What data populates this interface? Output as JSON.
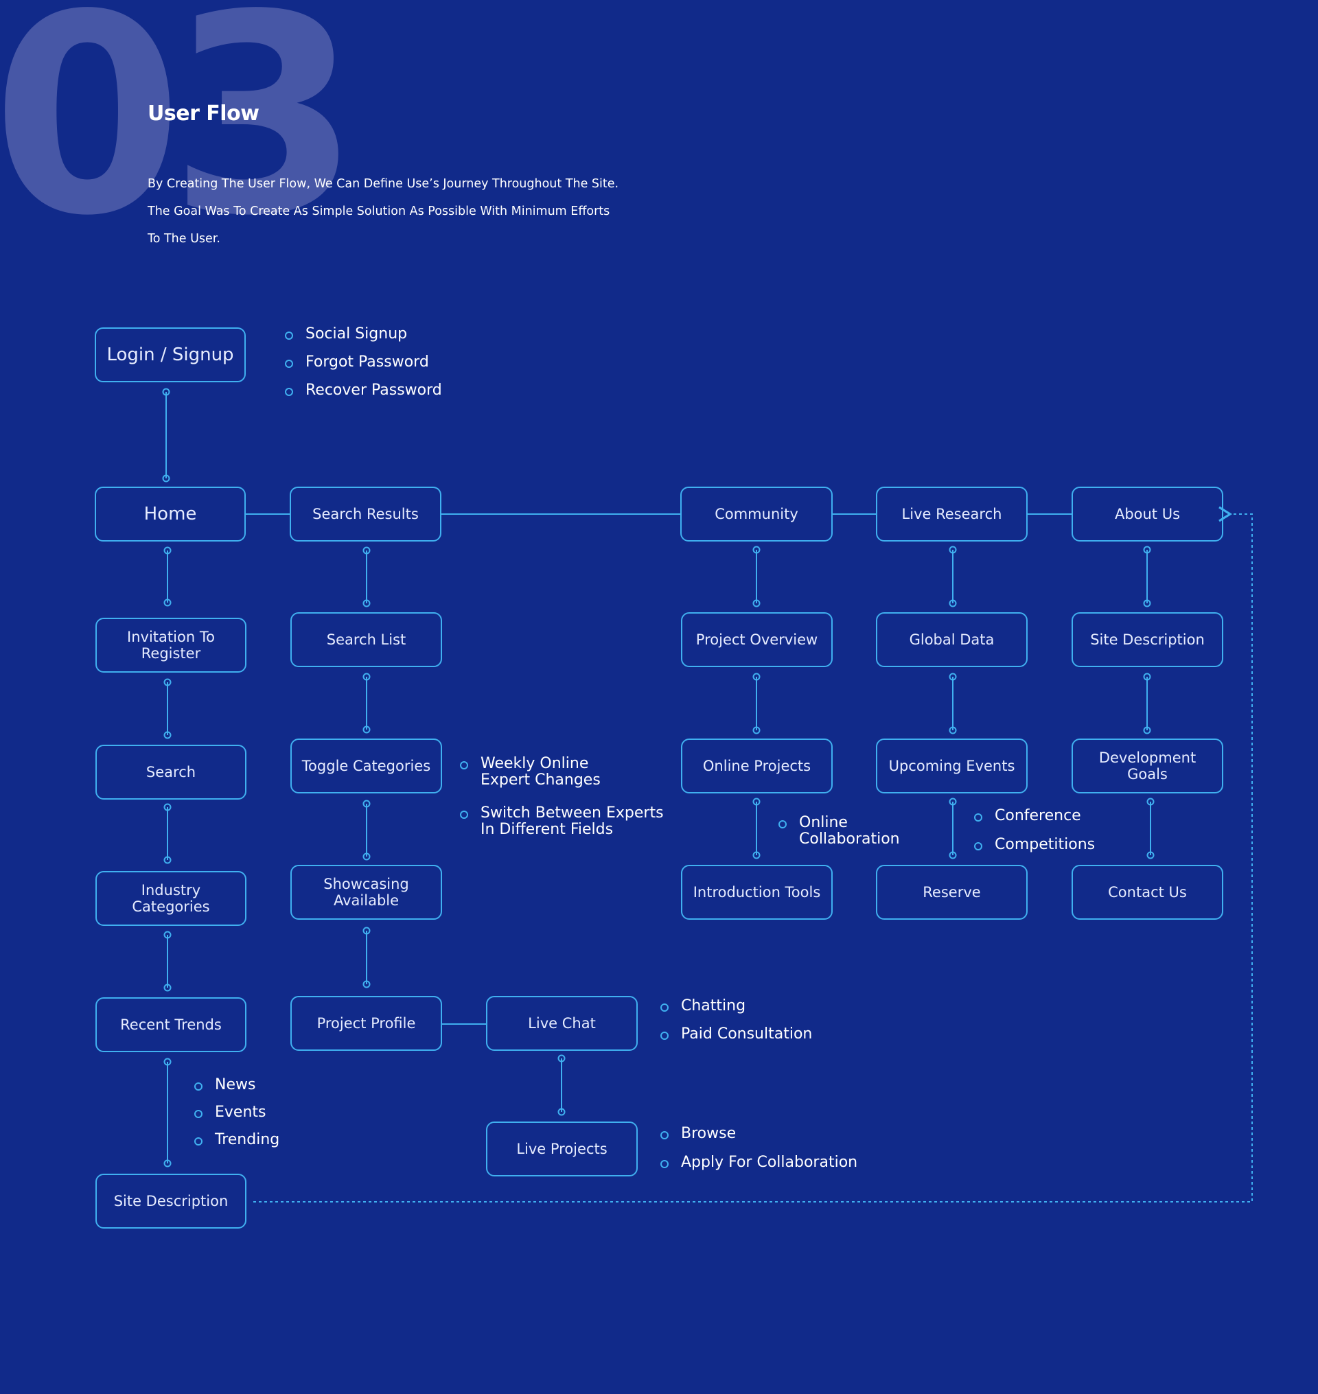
{
  "header": {
    "number": "03",
    "title": "User Flow",
    "description": [
      "By Creating The User Flow, We Can Define Use’s Journey Throughout The Site.",
      "The Goal Was To Create As Simple Solution As Possible With Minimum Efforts",
      "To The User."
    ]
  },
  "nodes": {
    "login": "Login / Signup",
    "home": "Home",
    "search_results": "Search Results",
    "community": "Community",
    "live_research": "Live Research",
    "about_us": "About Us",
    "invitation": "Invitation To\nRegister",
    "search_list": "Search List",
    "project_overview": "Project Overview",
    "global_data": "Global Data",
    "site_description_top": "Site Description",
    "search": "Search",
    "toggle_categories": "Toggle Categories",
    "online_projects": "Online Projects",
    "upcoming_events": "Upcoming Events",
    "development_goals": "Development Goals",
    "industry_categories": "Industry Categories",
    "showcasing": "Showcasing\nAvailable",
    "introduction_tools": "Introduction Tools",
    "reserve": "Reserve",
    "contact_us": "Contact Us",
    "recent_trends": "Recent Trends",
    "project_profile": "Project Profile",
    "live_chat": "Live Chat",
    "live_projects": "Live Projects",
    "site_description_bottom": "Site Description"
  },
  "notes": {
    "login": [
      "Social Signup",
      "Forgot Password",
      "Recover Password"
    ],
    "toggle": [
      "Weekly Online\nExpert Changes",
      "Switch Between Experts\nIn Different Fields"
    ],
    "online_projects": [
      "Online\nCollaboration"
    ],
    "upcoming_events": [
      "Conference",
      "Competitions"
    ],
    "live_chat": [
      "Chatting",
      "Paid Consultation"
    ],
    "recent_trends": [
      "News",
      "Events",
      "Trending"
    ],
    "live_projects": [
      "Browse",
      "Apply For Collaboration"
    ]
  },
  "colors": {
    "background": "#112a8a",
    "accent": "#40b0f0",
    "number": "#4757a6"
  }
}
